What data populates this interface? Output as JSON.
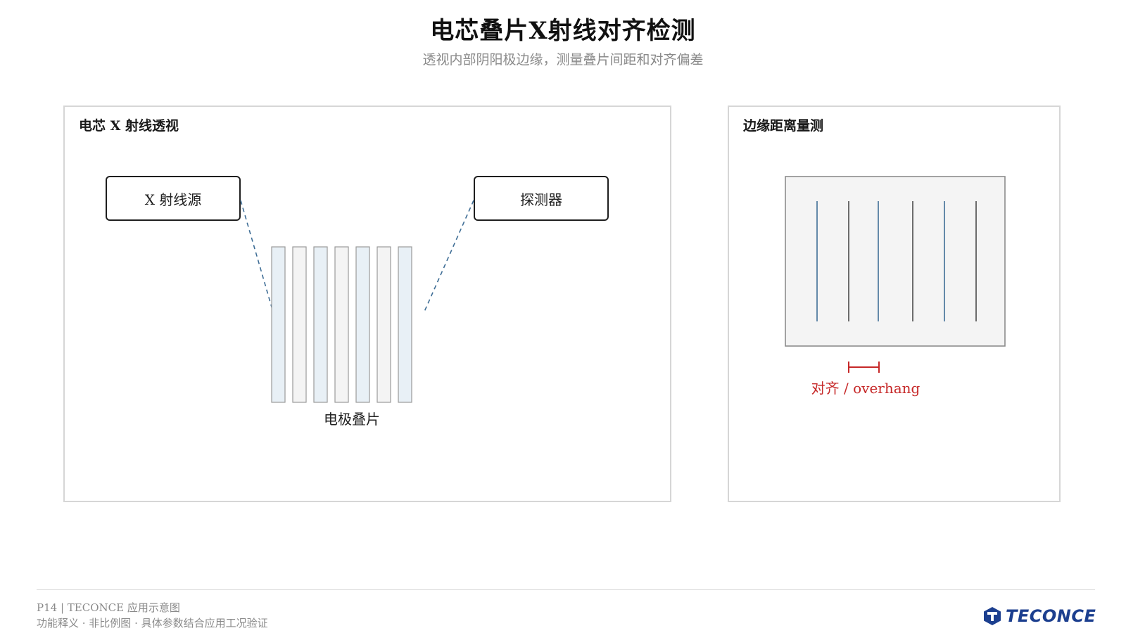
{
  "header": {
    "title": "电芯叠片X射线对齐检测",
    "subtitle": "透视内部阴阳极边缘，测量叠片间距和对齐偏差"
  },
  "left_panel": {
    "title": "电芯 X 射线透视",
    "source_label": "X 射线源",
    "detector_label": "探测器",
    "stack_label": "电极叠片",
    "stack_plates": [
      "cathode",
      "anode",
      "cathode",
      "anode",
      "cathode",
      "anode",
      "cathode"
    ]
  },
  "right_panel": {
    "title": "边缘距离量测",
    "edges": [
      "cathode",
      "anode",
      "cathode",
      "anode",
      "cathode",
      "anode"
    ],
    "measure_label": "对齐 / overhang"
  },
  "footer": {
    "page_line": "P14 | TECONCE 应用示意图",
    "note_line": "功能释义 · 非比例图 · 具体参数结合应用工况验证",
    "logo_text": "TECONCE"
  },
  "colors": {
    "cathode_fill": "#e8f0f6",
    "anode_fill": "#f4f4f4",
    "cathode_line": "#3f6e96",
    "anode_line": "#4a4a4a",
    "beam": "#3f6e96",
    "measure": "#c62828",
    "brand": "#1c3f8f"
  }
}
